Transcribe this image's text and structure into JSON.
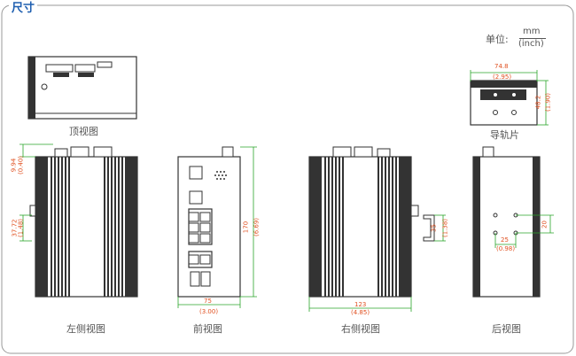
{
  "title": "尺寸",
  "unit": {
    "label": "单位:",
    "top": "mm",
    "bottom": "(inch)"
  },
  "views": {
    "top": "顶视图",
    "rail": "导轨片",
    "left": "左侧视图",
    "front": "前视图",
    "right": "右侧视图",
    "back": "后视图"
  },
  "dims": {
    "rail_w": "74.8",
    "rail_w_in": "(2.95)",
    "rail_h": "48.2",
    "rail_h_in": "(1.90)",
    "left_top": "9.94",
    "left_top_in": "(0.40)",
    "left_mid": "37.72",
    "left_mid_in": "(1.48)",
    "front_w": "75",
    "front_w_in": "(3.00)",
    "front_h": "170",
    "front_h_in": "(6.69)",
    "right_w": "123",
    "right_w_in": "(4.85)",
    "right_clip": "35",
    "right_clip_in": "(1.38)",
    "back_w": "25",
    "back_w_in": "(0.98)",
    "back_h": "20"
  },
  "colors": {
    "frame": "#888888",
    "title": "#1f5fb0",
    "dim": "#e05020",
    "dim_line": "#2aa52a",
    "device": "#333333"
  }
}
